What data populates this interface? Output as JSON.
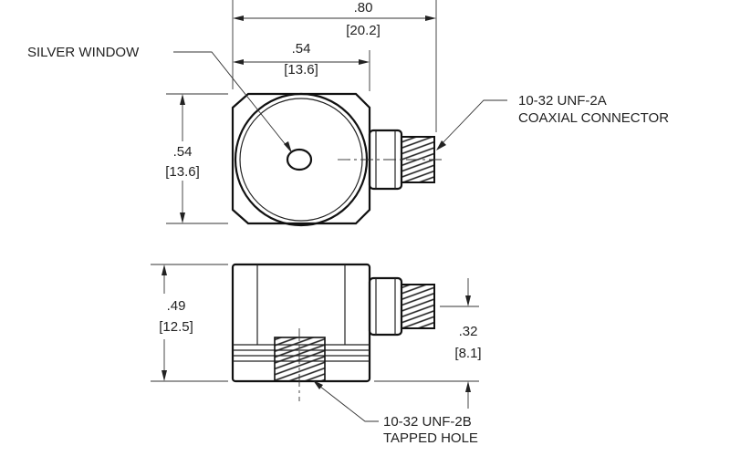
{
  "top_view": {
    "overall_width": {
      "inch": ".80",
      "mm": "[20.2]"
    },
    "body_width": {
      "inch": ".54",
      "mm": "[13.6]"
    },
    "body_height": {
      "inch": ".54",
      "mm": "[13.6]"
    },
    "window_label": "SILVER WINDOW",
    "connector_label_line1": "10-32 UNF-2A",
    "connector_label_line2": "COAXIAL CONNECTOR"
  },
  "side_view": {
    "height": {
      "inch": ".49",
      "mm": "[12.5]"
    },
    "connector_height": {
      "inch": ".32",
      "mm": "[8.1]"
    },
    "hole_label_line1": "10-32 UNF-2B",
    "hole_label_line2": "TAPPED HOLE"
  }
}
